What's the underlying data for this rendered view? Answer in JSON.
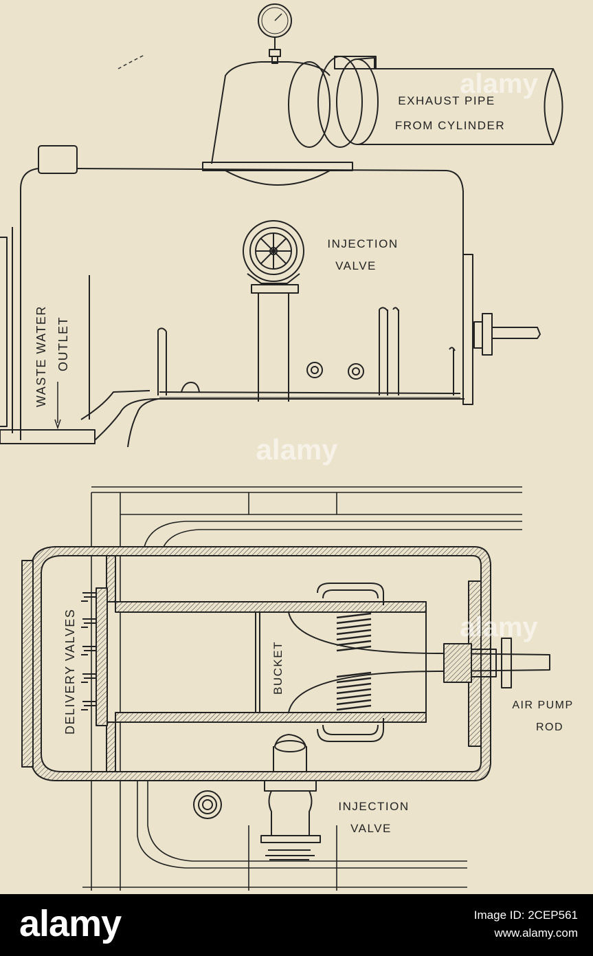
{
  "labels": {
    "exhaust_pipe_1": "EXHAUST PIPE",
    "exhaust_pipe_2": "FROM CYLINDER",
    "injection_valve_top_1": "INJECTION",
    "injection_valve_top_2": "VALVE",
    "waste_water_1": "WASTE WATER",
    "waste_water_2": "OUTLET",
    "delivery_valves": "DELIVERY VALVES",
    "bucket": "BUCKET",
    "air_pump_rod_1": "AIR PUMP",
    "air_pump_rod_2": "ROD",
    "injection_valve_bottom_1": "INJECTION",
    "injection_valve_bottom_2": "VALVE"
  },
  "watermark": "alamy",
  "footer": {
    "logo": "alamy",
    "image_id": "Image ID: 2CEP561",
    "site": "www.alamy.com"
  }
}
